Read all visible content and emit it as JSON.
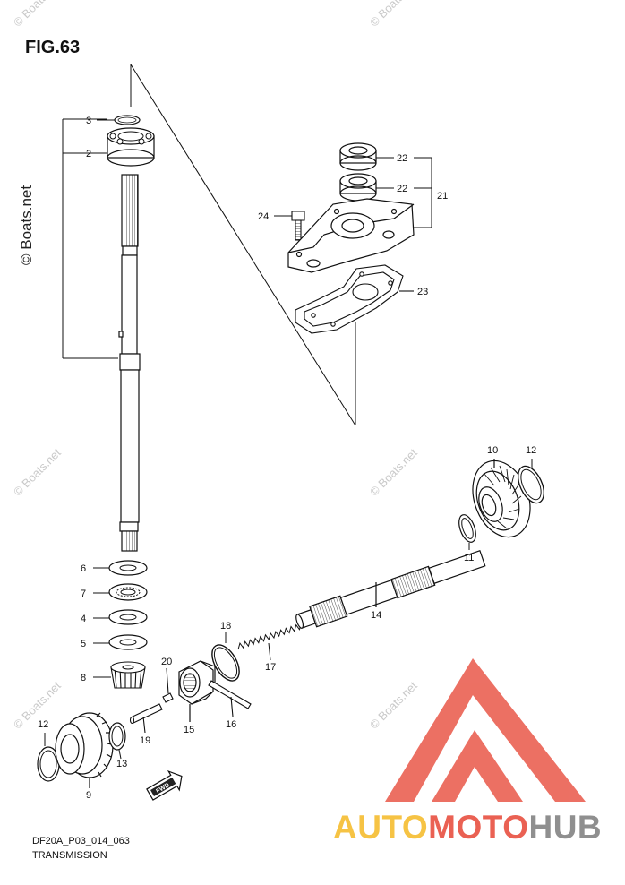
{
  "figure": {
    "title": "FIG.63",
    "code": "DF20A_P03_014_063",
    "caption": "TRANSMISSION"
  },
  "watermark": {
    "text": "© Boats.net",
    "side_text": "© Boats.net"
  },
  "brand": {
    "part1": "AUTO",
    "part2": "MOTO",
    "part3": "HUB",
    "colors": {
      "auto": "#f6c344",
      "moto": "#ea6153",
      "hub": "#8f8f8f",
      "logo": "#ea6153"
    }
  },
  "callouts": {
    "c2": "2",
    "c3": "3",
    "c4": "4",
    "c5": "5",
    "c6": "6",
    "c7": "7",
    "c8": "8",
    "c9": "9",
    "c10": "10",
    "c11": "11",
    "c12a": "12",
    "c12b": "12",
    "c13": "13",
    "c14": "14",
    "c15": "15",
    "c16": "16",
    "c17": "17",
    "c18": "18",
    "c19": "19",
    "c20": "20",
    "c21": "21",
    "c22a": "22",
    "c22b": "22",
    "c23": "23",
    "c24": "24"
  },
  "direction_badge": "FWD"
}
